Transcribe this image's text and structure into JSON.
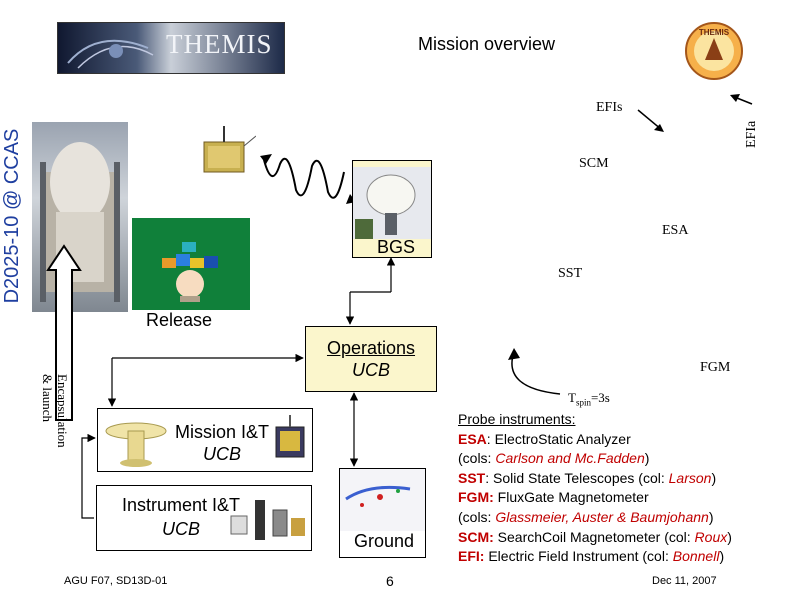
{
  "header": {
    "banner_title": "THEMIS",
    "slide_title": "Mission overview"
  },
  "side_label": "D2025-10 @ CCAS",
  "labels": {
    "efis": "EFIs",
    "efia": "EFIa",
    "scm": "SCM",
    "esa": "ESA",
    "sst": "SST",
    "fgm": "FGM",
    "bgs": "BGS",
    "release": "Release",
    "encapsulation": "Encapsulation\n& launch",
    "tspin_prefix": "T",
    "tspin_sub": "spin",
    "tspin_value": "=3s"
  },
  "boxes": {
    "operations_line1": "Operations",
    "operations_line2": "UCB",
    "mission_line1": "Mission I&T",
    "mission_line2": "UCB",
    "instrument_line1": "Instrument I&T",
    "instrument_line2": "UCB",
    "ground": "Ground"
  },
  "probe_instruments": {
    "heading": "Probe instruments:",
    "items": [
      {
        "key": "ESA",
        "sep": ": ",
        "desc": "ElectroStatic Analyzer"
      },
      {
        "plain": "(cols: ",
        "coi": "Carlson and Mc.Fadden",
        "end": ")"
      },
      {
        "key": "SST",
        "sep": ": ",
        "desc": "Solid State Telescopes (col: ",
        "coi": "Larson",
        "end": ")"
      },
      {
        "key": "FGM:",
        "sep": " ",
        "desc": "FluxGate Magnetometer"
      },
      {
        "plain": "(cols: ",
        "coi": "Glassmeier, Auster & Baumjohann",
        "end": ")"
      },
      {
        "key": "SCM:",
        "sep": " ",
        "desc": "SearchCoil Magnetometer (col: ",
        "coi": "Roux",
        "end": ")"
      },
      {
        "key": "EFI:",
        "sep": " ",
        "desc": "Electric Field Instrument (col: ",
        "coi": "Bonnell",
        "end": ")"
      }
    ]
  },
  "footer": {
    "left": "AGU F07, SD13D-01",
    "page": "6",
    "date": "Dec 11, 2007"
  },
  "colors": {
    "box_fill": "#fbf6cc",
    "accent_red": "#c00000"
  }
}
